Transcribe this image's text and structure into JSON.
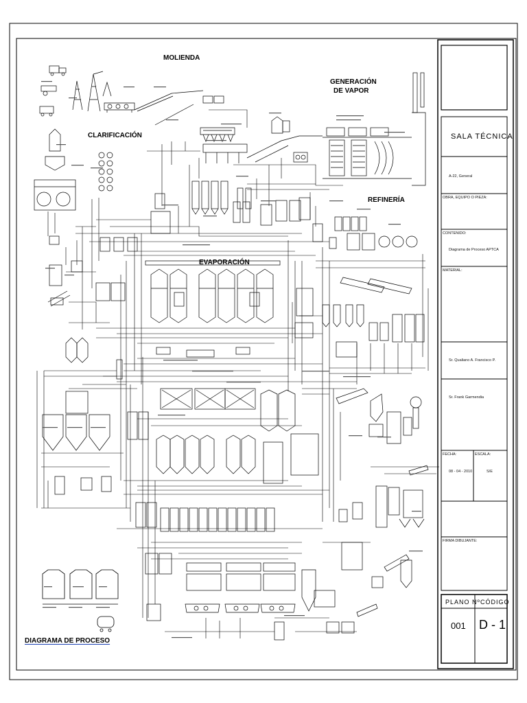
{
  "sections": {
    "molienda": "MOLIENDA",
    "generacion_de_vapor_1": "GENERACIÓN",
    "generacion_de_vapor_2": "DE VAPOR",
    "clarificacion": "CLARIFICACIÓN",
    "refineria": "REFINERÍA",
    "evaporacion": "EVAPORACIÓN"
  },
  "diagram_title": "DIAGRAMA DE PROCESO",
  "title_block": {
    "company": "SALA TÉCNICA",
    "reference": "A-22, General",
    "obra_label": "OBRA, EQUIPO O PIEZA:",
    "contenido_label": "CONTENIDO:",
    "contenido_value": "Diagrama de Proceso APTCA",
    "material_label": "MATERIAL:",
    "person_1": "Sr. Qualiano A. Francisco P.",
    "person_2": "Sr. Frank Garmendia",
    "fecha_label": "FECHA:",
    "fecha_value": "08 - 04 - 2010",
    "escala_label": "ESCALA:",
    "escala_value": "S/E",
    "firma_label": "FIRMA DIBUJANTE:",
    "plano_label": "PLANO Nº",
    "codigo_label": "CÓDIGO",
    "plano_value": "001",
    "codigo_value": "D - 1"
  }
}
